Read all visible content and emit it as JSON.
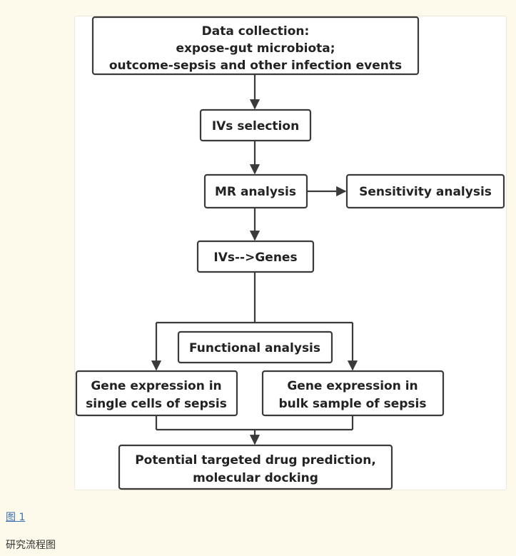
{
  "figure": {
    "link_label": "图 1",
    "caption": "研究流程图"
  },
  "diagram": {
    "data_collection": {
      "line1": "Data collection:",
      "line2": "expose-gut microbiota;",
      "line3": "outcome-sepsis and other infection events"
    },
    "ivs_selection": "IVs selection",
    "mr_analysis": "MR analysis",
    "sensitivity_analysis": "Sensitivity analysis",
    "ivs_genes": "IVs-->Genes",
    "functional_analysis": "Functional analysis",
    "single_cells": {
      "line1": "Gene expression in",
      "line2": "single cells of sepsis"
    },
    "bulk_sample": {
      "line1": "Gene expression in",
      "line2": "bulk sample of sepsis"
    },
    "drug_prediction": {
      "line1": "Potential targeted drug prediction,",
      "line2": "molecular docking"
    }
  }
}
